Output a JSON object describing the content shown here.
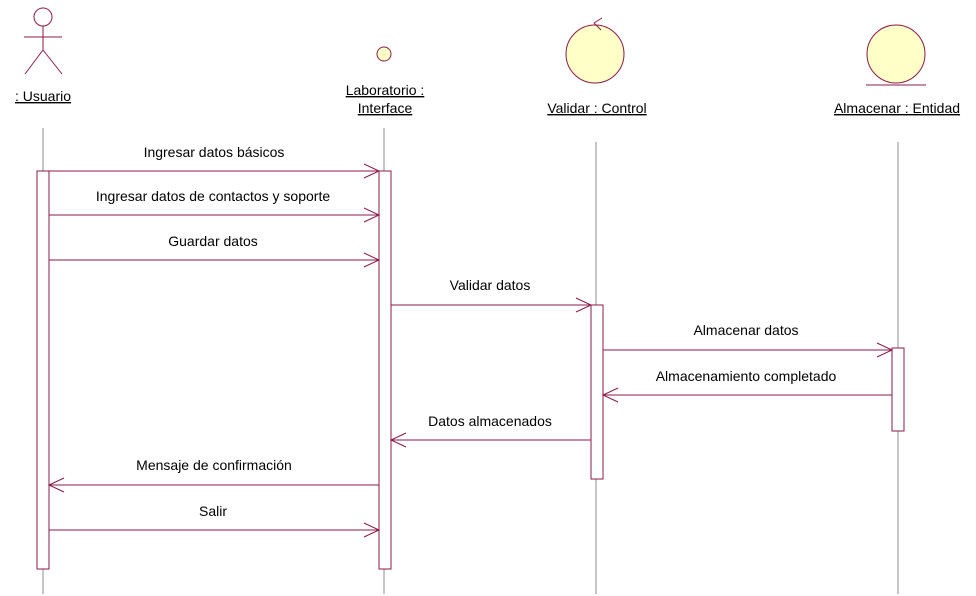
{
  "colors": {
    "line": "#8b1a4b",
    "lifeline": "#8c8c8c",
    "fill": "#ffffc8",
    "text": "#000000"
  },
  "lifelines": [
    {
      "id": "usuario",
      "kind": "actor",
      "label": [
        ": Usuario"
      ]
    },
    {
      "id": "interface",
      "kind": "boundary",
      "label": [
        "Laboratorio :",
        "Interface"
      ]
    },
    {
      "id": "control",
      "kind": "control",
      "label": [
        "Validar : Control"
      ]
    },
    {
      "id": "entidad",
      "kind": "entity",
      "label": [
        "Almacenar : Entidad"
      ]
    }
  ],
  "messages": [
    {
      "from": "usuario",
      "to": "interface",
      "label": "Ingresar datos básicos"
    },
    {
      "from": "usuario",
      "to": "interface",
      "label": "Ingresar datos de contactos y soporte"
    },
    {
      "from": "usuario",
      "to": "interface",
      "label": "Guardar datos"
    },
    {
      "from": "interface",
      "to": "control",
      "label": "Validar datos"
    },
    {
      "from": "control",
      "to": "entidad",
      "label": "Almacenar datos"
    },
    {
      "from": "entidad",
      "to": "control",
      "label": "Almacenamiento completado"
    },
    {
      "from": "control",
      "to": "interface",
      "label": "Datos almacenados"
    },
    {
      "from": "interface",
      "to": "usuario",
      "label": "Mensaje de confirmación"
    },
    {
      "from": "usuario",
      "to": "interface",
      "label": "Salir"
    }
  ]
}
